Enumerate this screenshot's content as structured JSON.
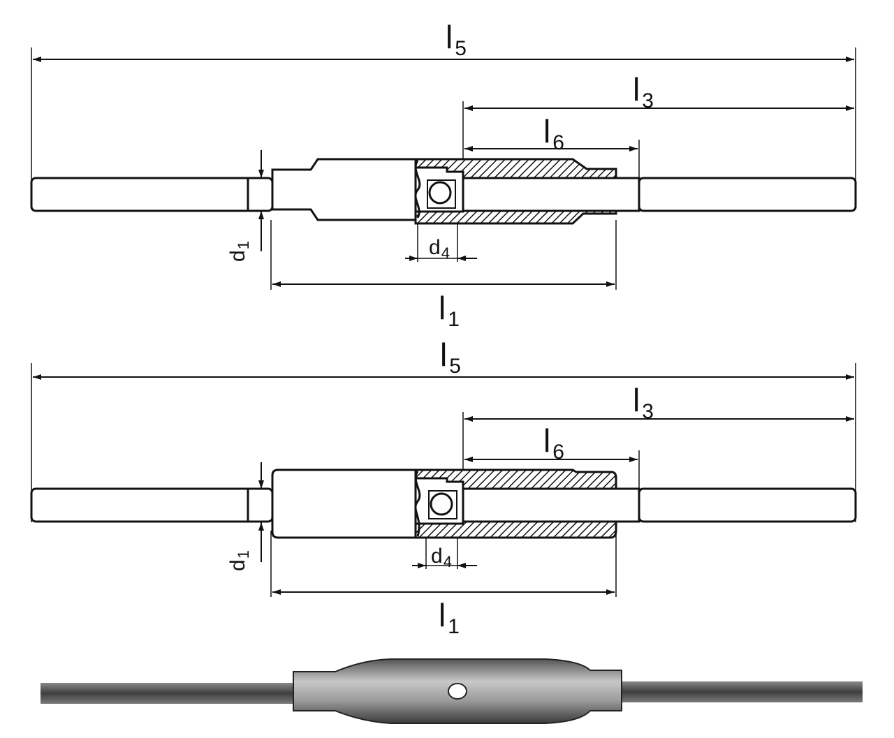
{
  "diagram": {
    "top_view": {
      "l5": {
        "letter": "l",
        "index": "5"
      },
      "l3": {
        "letter": "l",
        "index": "3"
      },
      "l6": {
        "letter": "l",
        "index": "6"
      },
      "l1": {
        "letter": "l",
        "index": "1"
      },
      "d1": {
        "letter": "d",
        "index": "1"
      },
      "d4": {
        "letter": "d",
        "index": "4"
      }
    },
    "bottom_view": {
      "l5": {
        "letter": "l",
        "index": "5"
      },
      "l3": {
        "letter": "l",
        "index": "3"
      },
      "l6": {
        "letter": "l",
        "index": "6"
      },
      "l1": {
        "letter": "l",
        "index": "1"
      },
      "d1": {
        "letter": "d",
        "index": "1"
      },
      "d4": {
        "letter": "d",
        "index": "4"
      }
    }
  },
  "colors": {
    "line": "#111111",
    "photo_dark": "#4a4a4a",
    "photo_light": "#bdbdbd"
  }
}
